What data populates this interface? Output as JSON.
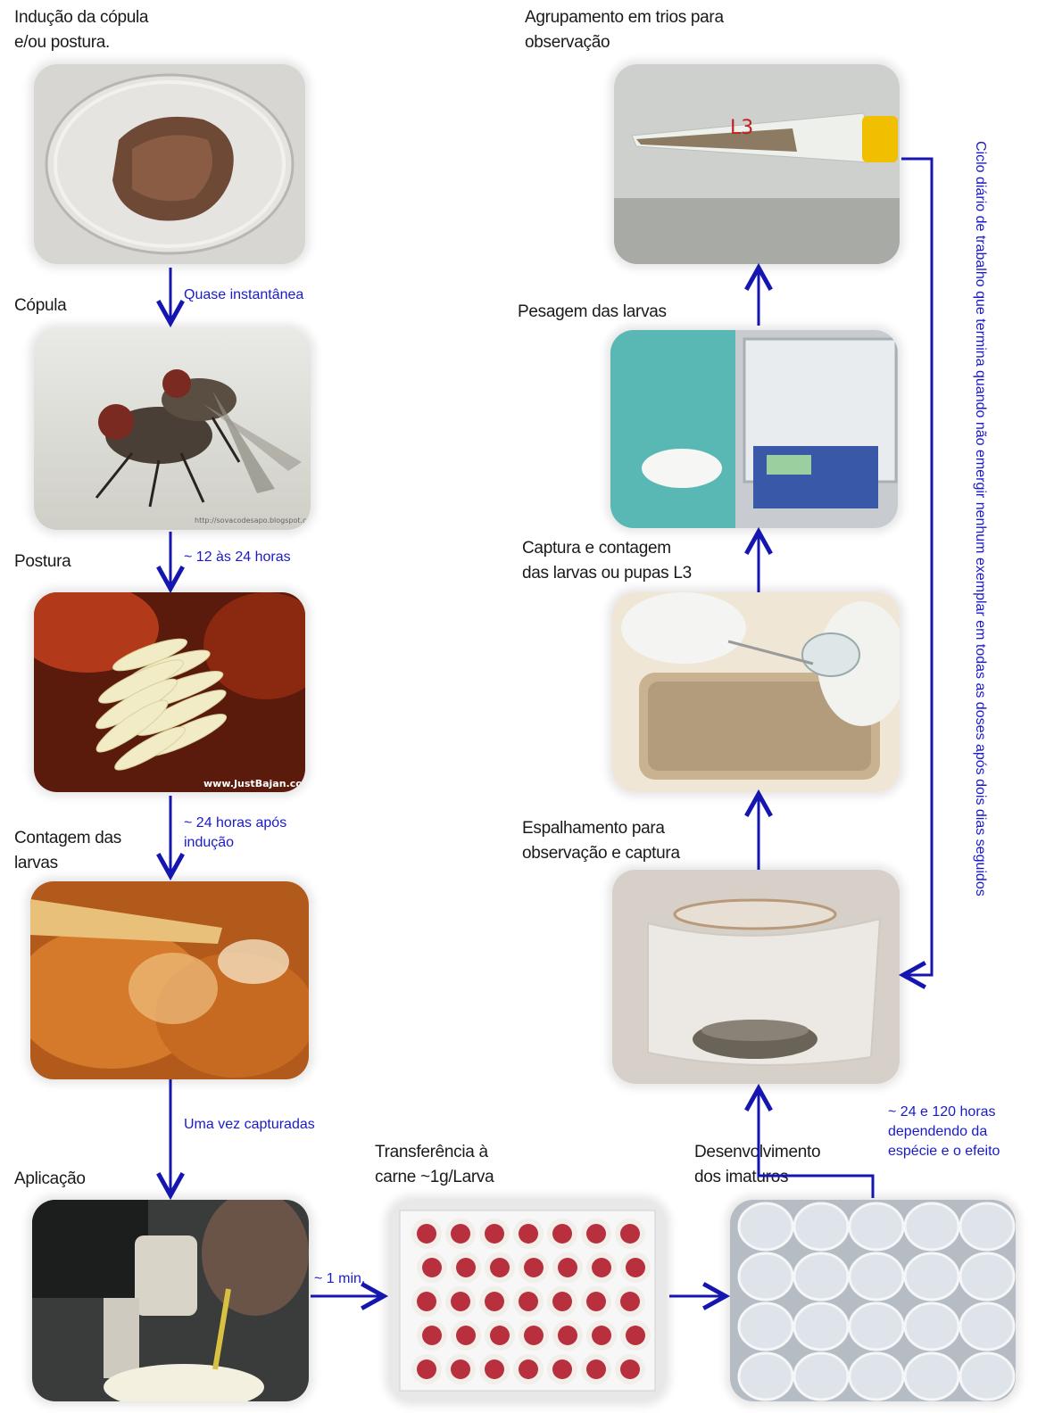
{
  "steps": {
    "inducao": "Indução da cópula\ne/ou postura.",
    "copula": "Cópula",
    "postura": "Postura",
    "contagem": "Contagem das\nlarvas",
    "aplicacao": "Aplicação",
    "transferencia": "Transferência à\ncarne ~1g/Larva",
    "desenvolvimento": "Desenvolvimento\ndos imaturos",
    "espalhamento": "Espalhamento para\nobservação e captura",
    "captura": "Captura e contagem\ndas larvas ou pupas L3",
    "pesagem": "Pesagem das larvas",
    "agrupamento": "Agrupamento em trios para\nobservação"
  },
  "notes": {
    "quase": "Quase instantânea",
    "doze": "~ 12 às 24 horas",
    "vinte_quatro": "~  24  horas  após\nindução",
    "uma_vez": "Uma vez capturadas",
    "um_min": "~ 1 min.",
    "vinte_cento": "~  24  e  120  horas\ndependendo         da\nespécie e o efeito"
  },
  "cycle_note": "Ciclo diário de trabalho que termina quando não emergir nenhum exemplar em todas as doses após dois dias seguidos",
  "watermarks": {
    "copula": "http://sovacodesapo.blogspot.com",
    "postura": "www.JustBajan.com"
  },
  "colors": {
    "arrow": "#1515b0",
    "note_text": "#1a1acc"
  }
}
